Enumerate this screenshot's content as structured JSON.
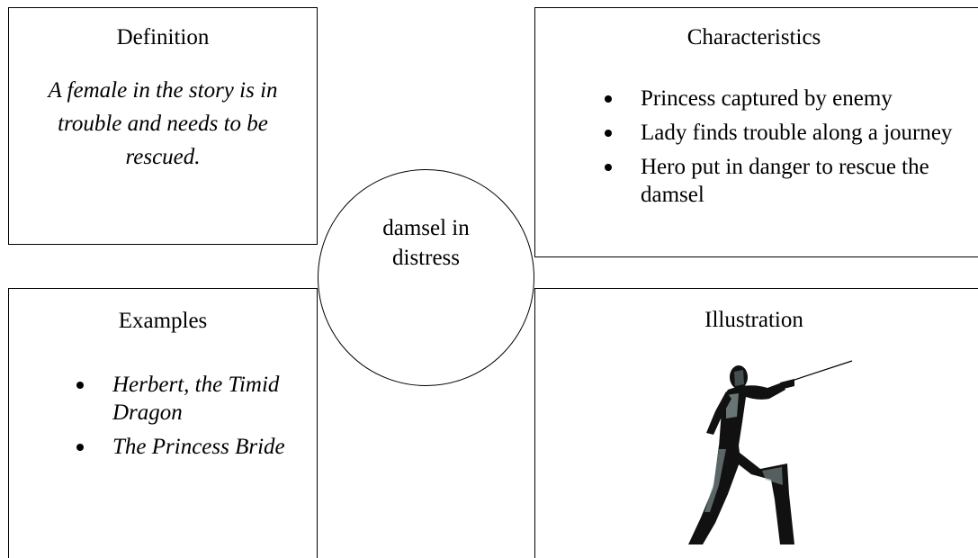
{
  "center": {
    "label_line1": "damsel in",
    "label_line2": "distress"
  },
  "definition": {
    "title": "Definition",
    "text": "A female in the story is in trouble and needs to be rescued."
  },
  "characteristics": {
    "title": "Characteristics",
    "items": [
      "Princess captured by enemy",
      "Lady finds trouble along a journey",
      "Hero put in danger to rescue the damsel"
    ]
  },
  "examples": {
    "title": "Examples",
    "items": [
      "Herbert, the Timid Dragon",
      "The Princess Bride"
    ]
  },
  "illustration": {
    "title": "Illustration",
    "image": "fencer-clipart"
  }
}
